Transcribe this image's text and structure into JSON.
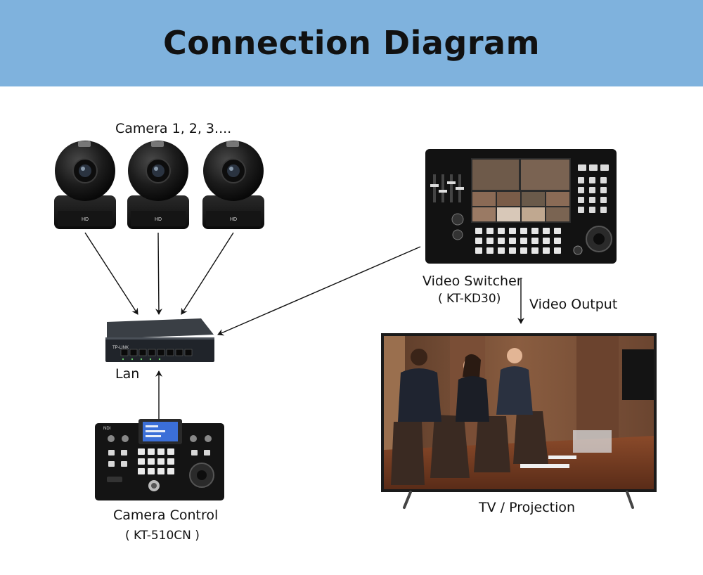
{
  "title": "Connection Diagram",
  "labels": {
    "cameras": "Camera 1, 2, 3....",
    "lan": "Lan",
    "switcher_name": "Video Switcher",
    "switcher_model": "( KT-KD30)",
    "video_output": "Video Output",
    "control_name": "Camera Control",
    "control_model": "( KT-510CN )",
    "tv": "TV / Projection"
  },
  "device_text": {
    "camera_badge": "HD",
    "switch_brand": "TP-LINK",
    "control_brand": "NDI"
  },
  "colors": {
    "header_bg": "#7fb2dd",
    "device_body": "#1a1a1a",
    "arrow": "#111111"
  }
}
